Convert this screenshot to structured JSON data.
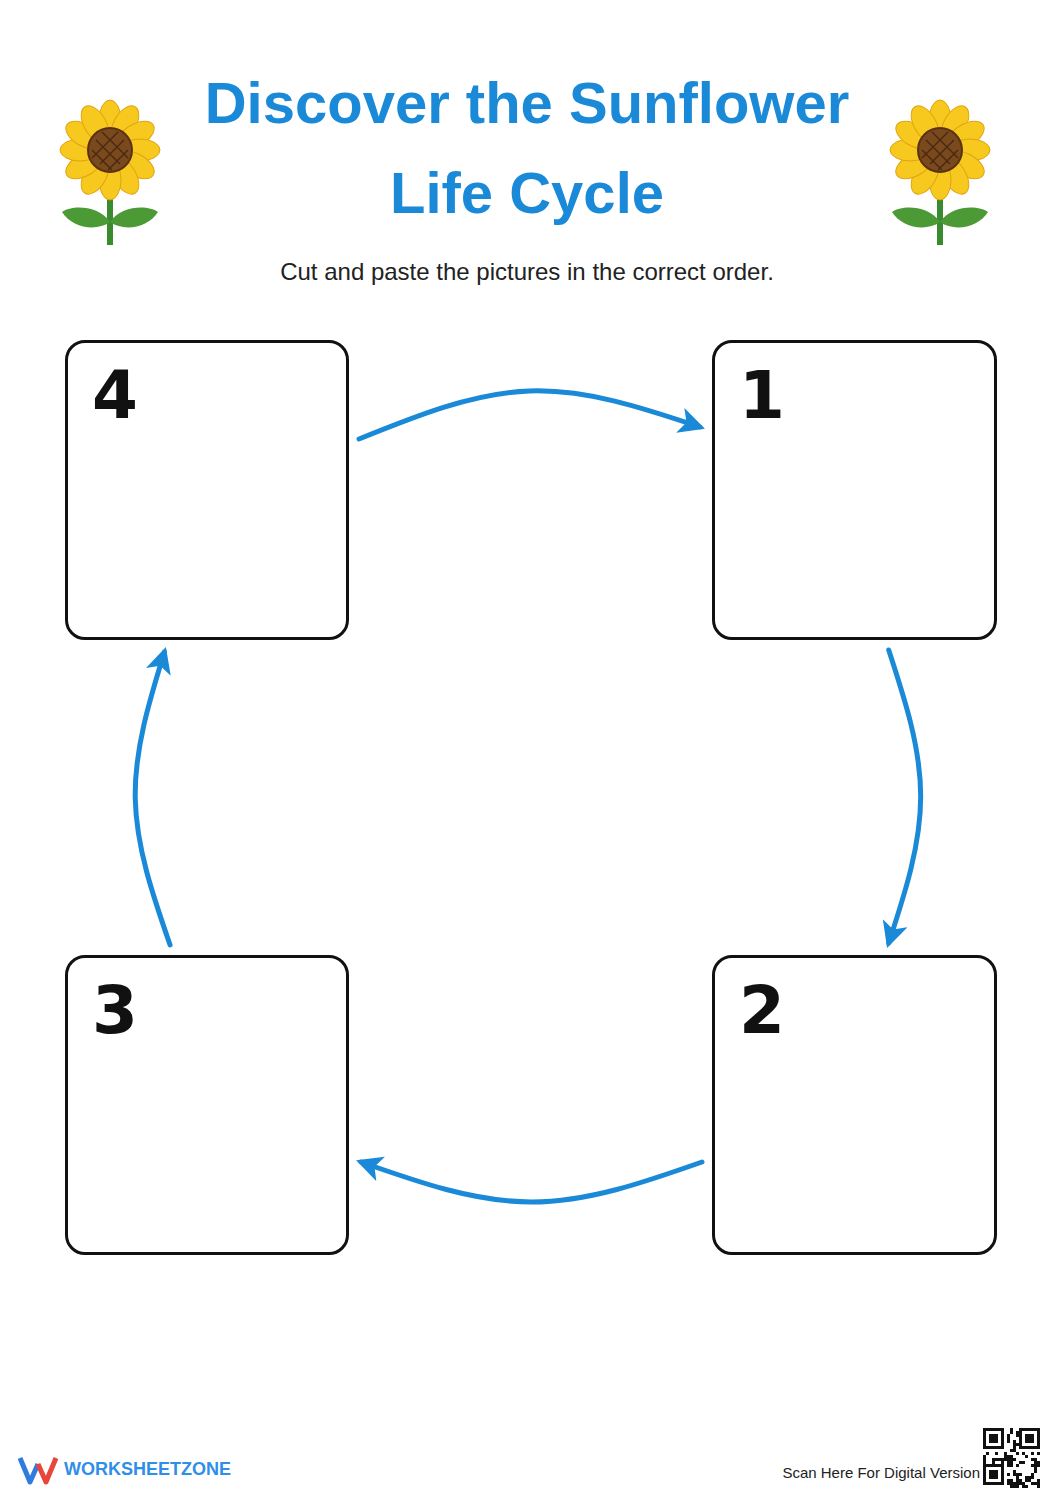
{
  "diagram": {
    "title": "Discover the Sunflower Life Cycle",
    "nodes": [
      {
        "text": [
          "4"
        ]
      },
      {
        "text": [
          "1"
        ]
      },
      {
        "text": [
          "3"
        ]
      },
      {
        "text": [
          "2"
        ]
      }
    ],
    "edges": [
      {
        "from": 0,
        "to": 1,
        "arrow": "to"
      },
      {
        "from": 1,
        "to": 3,
        "arrow": "to"
      },
      {
        "from": 3,
        "to": 2,
        "arrow": "to"
      },
      {
        "from": 2,
        "to": 0,
        "arrow": "to"
      }
    ],
    "labels": [
      "Cut and paste the pictures in the correct order.",
      "WORKSHEETZONE",
      "Scan Here For Digital Version"
    ]
  }
}
